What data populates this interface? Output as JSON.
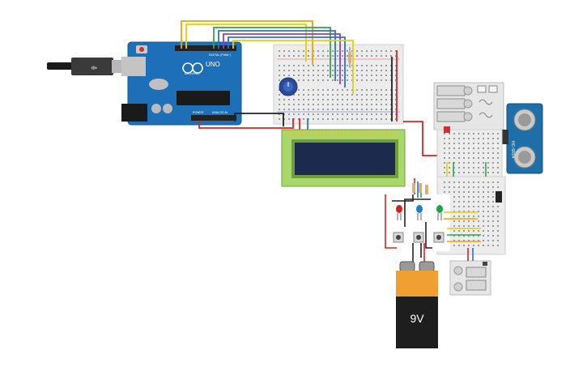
{
  "arduino": {
    "board_label": "UNO",
    "digital_label": "DIGITAL (PWM~)",
    "power_label": "POWER",
    "analog_label": "ANALOG IN",
    "brand_label": "ARDUINO"
  },
  "battery": {
    "label": "9V"
  },
  "ultrasonic": {
    "label": "HC-SR04"
  },
  "colors": {
    "wire_orange": "#f4a300",
    "wire_yellow": "#e8d000",
    "wire_green": "#2fa84f",
    "wire_blue": "#2e6fd8",
    "wire_purple": "#8a3fd0",
    "wire_red": "#e02020",
    "wire_black": "#222222",
    "arduino_blue": "#1d6fb8",
    "lcd_green": "#a8d86a",
    "lcd_screen": "#1c2a4e",
    "breadboard": "#ececec"
  }
}
